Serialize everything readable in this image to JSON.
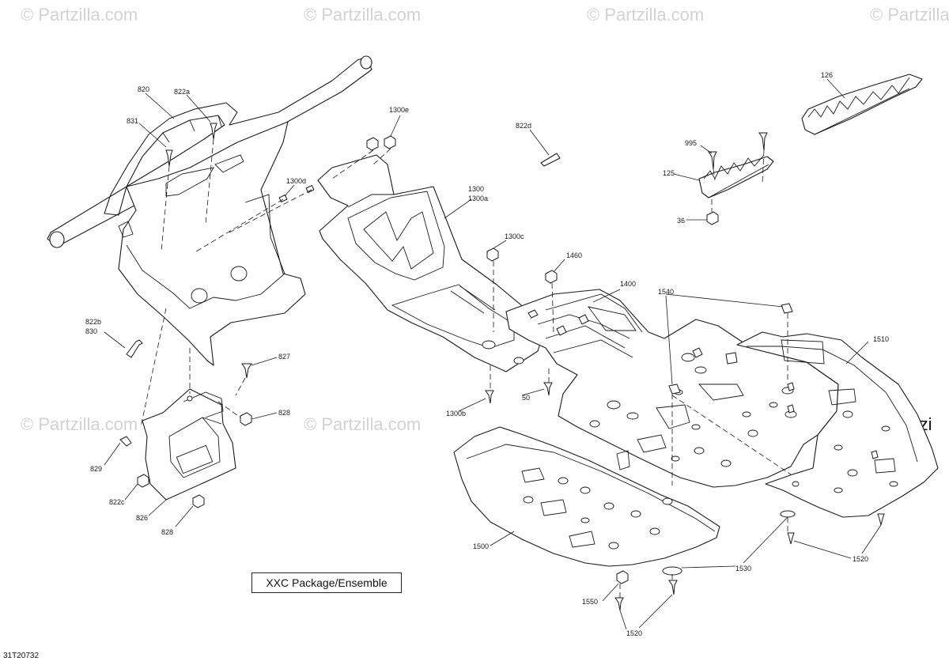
{
  "watermarks": {
    "text": "© Partzilla.com",
    "cut_right": "© Partzi"
  },
  "package_label": "XXC Package/Ensemble",
  "reference_code": "31T20732",
  "callouts": {
    "c820": "820",
    "c822a": "822a",
    "c831": "831",
    "c1300e": "1300e",
    "c1300d": "1300d",
    "c822d": "822d",
    "c1300": "1300",
    "c1300a": "1300a",
    "c1300c": "1300c",
    "c1460": "1460",
    "c1400": "1400",
    "c1540": "1540",
    "c126": "126",
    "c995": "995",
    "c125": "125",
    "c36": "36",
    "c1510": "1510",
    "c822b": "822b",
    "c830": "830",
    "c827": "827",
    "c828a": "828",
    "c1300b": "1300b",
    "c50": "50",
    "c829": "829",
    "c822c": "822c",
    "c826": "826",
    "c828b": "828",
    "c1500": "1500",
    "c1530": "1530",
    "c1520a": "1520",
    "c1550": "1550",
    "c1520b": "1520"
  }
}
